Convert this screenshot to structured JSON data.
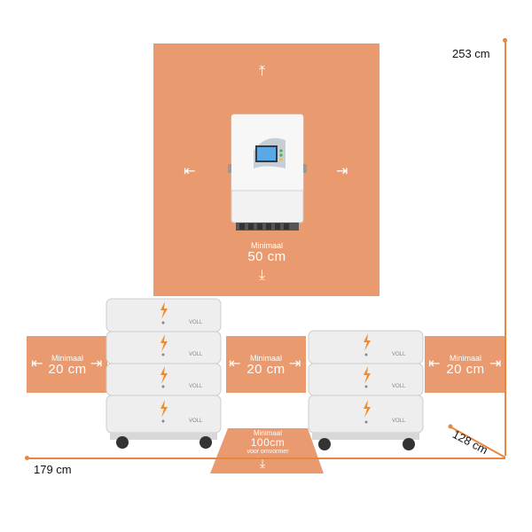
{
  "colors": {
    "clearance_zone": "#e99a6e",
    "dimension_line": "#e8853f",
    "battery_body": "#eeeeee",
    "bolt": "#f08a2c"
  },
  "dimensions": {
    "height": "253 cm",
    "width": "179 cm",
    "depth": "128 cm"
  },
  "inverter_clearance": {
    "label_small": "Minimaal",
    "label_big": "50 cm"
  },
  "left_clearance": {
    "label_small": "Minimaal",
    "label_big": "20 cm"
  },
  "middle_clearance": {
    "label_small": "Minimaal",
    "label_big": "20 cm"
  },
  "right_clearance": {
    "label_small": "Minimaal",
    "label_big": "20 cm"
  },
  "front_clearance": {
    "label_small": "Minimaal",
    "label_big": "100cm",
    "label_sub": "voor omvormer"
  },
  "battery_brand": "VOLL",
  "icons": [
    "arrow-up-icon",
    "arrow-down-icon",
    "arrow-left-icon",
    "arrow-right-icon",
    "bolt-icon"
  ]
}
